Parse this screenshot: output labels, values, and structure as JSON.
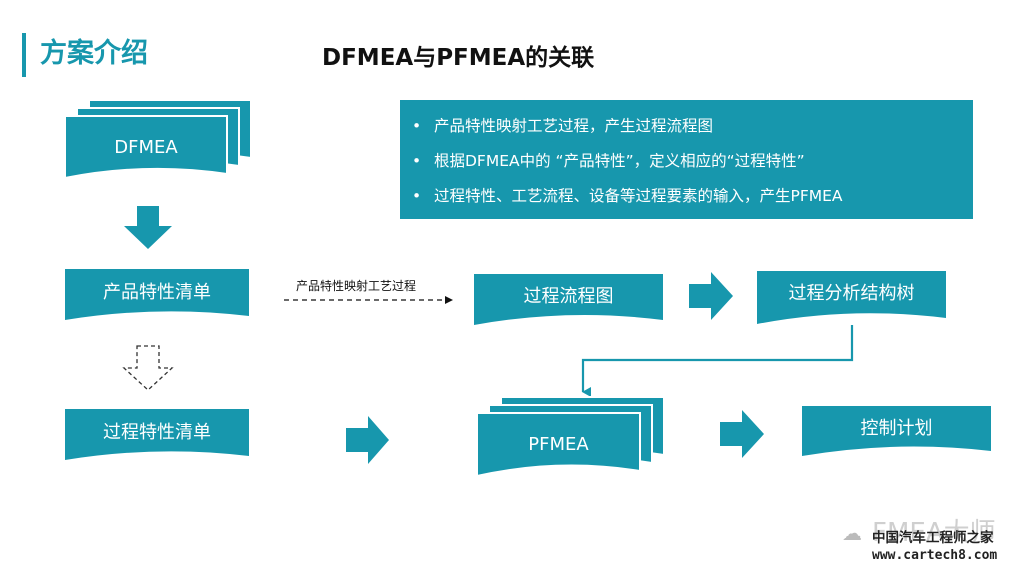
{
  "header": {
    "section_title": "方案介绍",
    "main_title": "DFMEA与PFMEA的关联"
  },
  "bullets": [
    "产品特性映射工艺过程，产生过程流程图",
    "根据DFMEA中的 “产品特性”，定义相应的“过程特性”",
    "过程特性、工艺流程、设备等过程要素的输入，产生PFMEA"
  ],
  "bullet_marker": "•",
  "nodes": {
    "dfmea": "DFMEA",
    "product_char_list": "产品特性清单",
    "process_char_list": "过程特性清单",
    "process_flow": "过程流程图",
    "process_analysis_tree": "过程分析结构树",
    "pfmea": "PFMEA",
    "control_plan": "控制计划"
  },
  "edges": {
    "mapping_label": "产品特性映射工艺过程"
  },
  "watermark": {
    "text": "FMEA大师",
    "site_name": "中国汽车工程师之家",
    "site_url": "www.cartech8.com"
  },
  "colors": {
    "accent": "#1797ad",
    "text_dark": "#111111"
  }
}
